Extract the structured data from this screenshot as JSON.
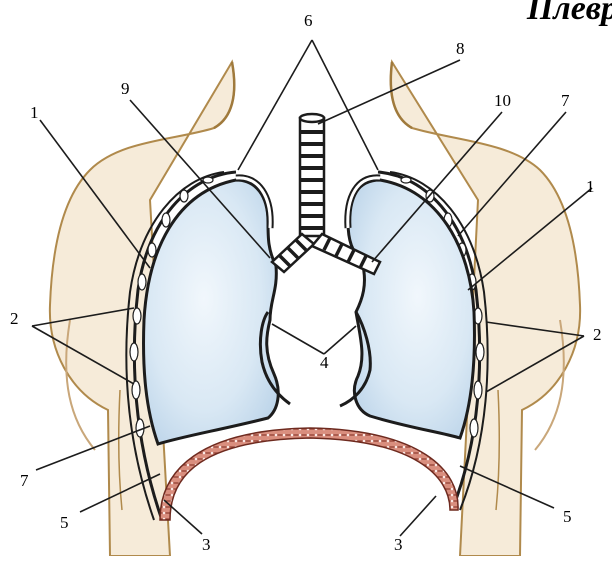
{
  "title_fragment": "Плевр",
  "labels": {
    "l1_left": "1",
    "l1_right": "1",
    "l2_left": "2",
    "l2_right": "2",
    "l3_left": "3",
    "l3_right": "3",
    "l4": "4",
    "l5_left": "5",
    "l5_right": "5",
    "l6": "6",
    "l7_left": "7",
    "l7_right": "7",
    "l8": "8",
    "l9": "9",
    "l10": "10"
  },
  "colors": {
    "skin_fill": "#f6ebd9",
    "skin_outline": "#b08a4c",
    "lung_fill": "#d6e6f3",
    "lung_outline": "#1c1c1c",
    "diaphragm": "#c9705f",
    "pleura": "#ffffff"
  }
}
